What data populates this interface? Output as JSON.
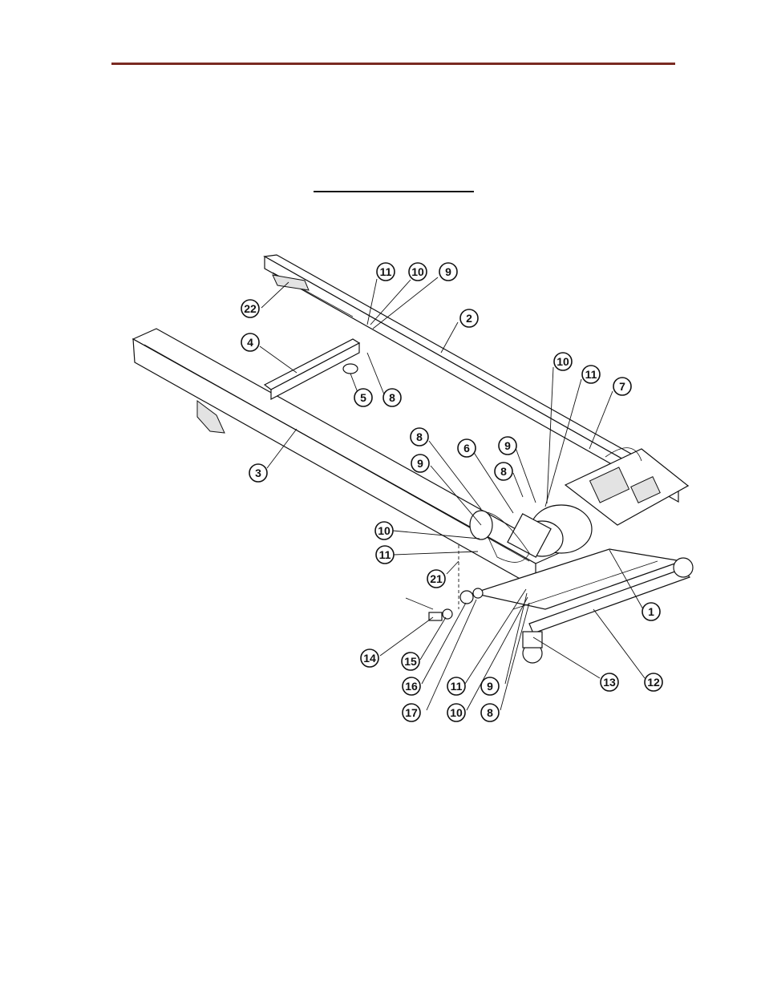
{
  "figure": {
    "callouts": [
      {
        "id": "c-11-top",
        "label": "11"
      },
      {
        "id": "c-10-top",
        "label": "10"
      },
      {
        "id": "c-9-top",
        "label": "9"
      },
      {
        "id": "c-22",
        "label": "22"
      },
      {
        "id": "c-2",
        "label": "2"
      },
      {
        "id": "c-4",
        "label": "4"
      },
      {
        "id": "c-5",
        "label": "5"
      },
      {
        "id": "c-8-top",
        "label": "8"
      },
      {
        "id": "c-10-right",
        "label": "10"
      },
      {
        "id": "c-11-right",
        "label": "11"
      },
      {
        "id": "c-7",
        "label": "7"
      },
      {
        "id": "c-3",
        "label": "3"
      },
      {
        "id": "c-8-mid",
        "label": "8"
      },
      {
        "id": "c-6",
        "label": "6"
      },
      {
        "id": "c-9-right",
        "label": "9"
      },
      {
        "id": "c-9-mid",
        "label": "9"
      },
      {
        "id": "c-8-right",
        "label": "8"
      },
      {
        "id": "c-10-left",
        "label": "10"
      },
      {
        "id": "c-11-left",
        "label": "11"
      },
      {
        "id": "c-21",
        "label": "21"
      },
      {
        "id": "c-1",
        "label": "1"
      },
      {
        "id": "c-14",
        "label": "14"
      },
      {
        "id": "c-15",
        "label": "15"
      },
      {
        "id": "c-16",
        "label": "16"
      },
      {
        "id": "c-11-bottom",
        "label": "11"
      },
      {
        "id": "c-9-bottom",
        "label": "9"
      },
      {
        "id": "c-13",
        "label": "13"
      },
      {
        "id": "c-12",
        "label": "12"
      },
      {
        "id": "c-17",
        "label": "17"
      },
      {
        "id": "c-10-bottom",
        "label": "10"
      },
      {
        "id": "c-8-bottom",
        "label": "8"
      }
    ]
  }
}
